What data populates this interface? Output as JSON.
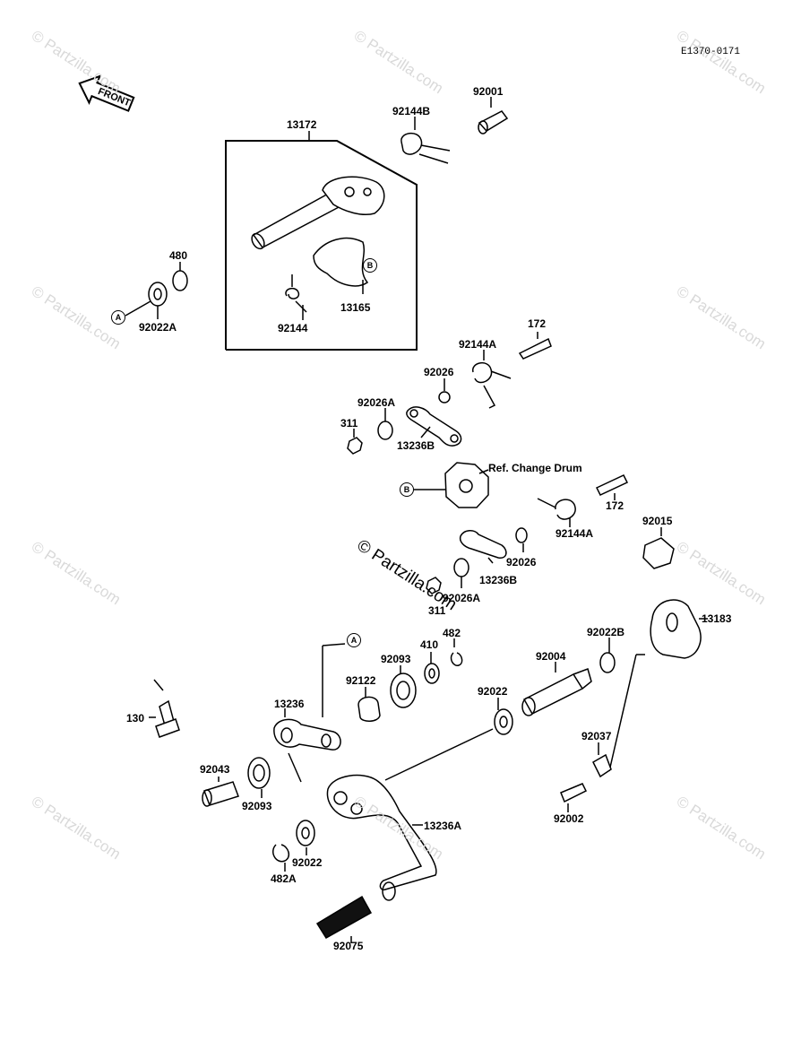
{
  "diagram_code": "E1370-0171",
  "front_label": "FRONT",
  "ref_label": "Ref. Change Drum",
  "watermark": "© Partzilla.com",
  "center_watermark": "© Partzilla.com",
  "markers": {
    "a": "A",
    "b": "B"
  },
  "parts": {
    "p13172": "13172",
    "p92144B": "92144B",
    "p92001": "92001",
    "p480": "480",
    "p92022A": "92022A",
    "p13165": "13165",
    "p92144": "92144",
    "p172a": "172",
    "p92144A_a": "92144A",
    "p92026_a": "92026",
    "p92026A_a": "92026A",
    "p311_a": "311",
    "p13236B_a": "13236B",
    "p172b": "172",
    "p92144A_b": "92144A",
    "p92015": "92015",
    "p92026_b": "92026",
    "p13236B_b": "13236B",
    "p92026A_b": "92026A",
    "p311_b": "311",
    "p482": "482",
    "p410": "410",
    "p92093_a": "92093",
    "p92004": "92004",
    "p92022B": "92022B",
    "p13183": "13183",
    "p92122": "92122",
    "p13236": "13236",
    "p130": "130",
    "p92022_a": "92022",
    "p92037": "92037",
    "p92043": "92043",
    "p92093_b": "92093",
    "p13236A": "13236A",
    "p92002": "92002",
    "p92022_b": "92022",
    "p482A": "482A",
    "p92075": "92075"
  }
}
